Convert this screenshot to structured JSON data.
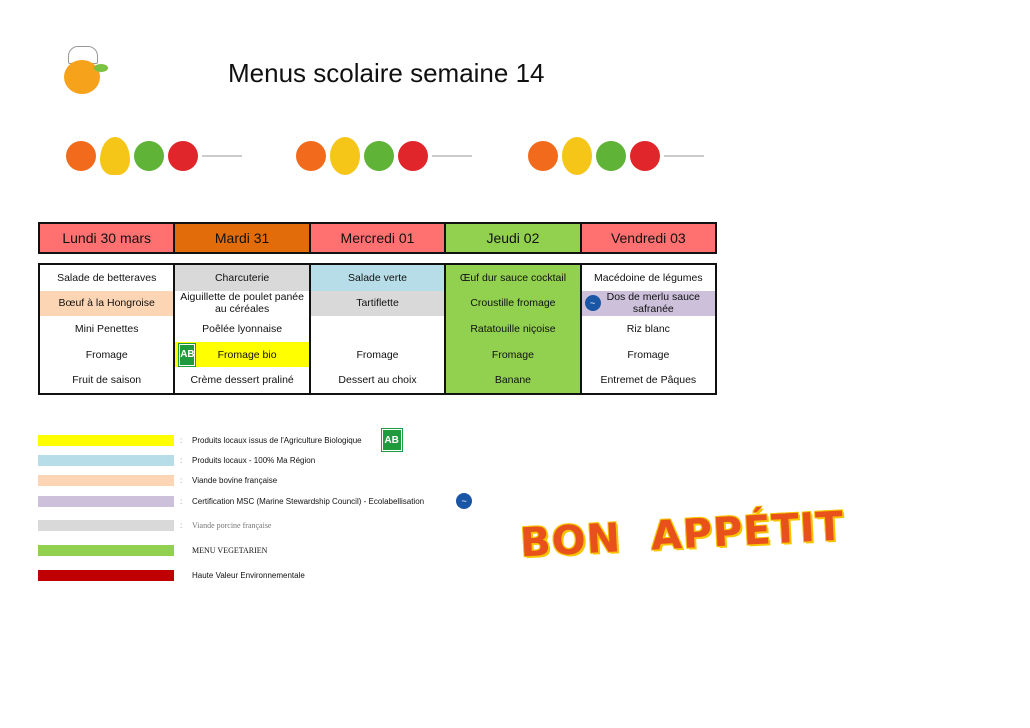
{
  "title": "Menus scolaire semaine 14",
  "days": [
    {
      "label": "Lundi 30 mars",
      "color": "#ff7070"
    },
    {
      "label": "Mardi 31",
      "color": "#e36c0a"
    },
    {
      "label": "Mercredi 01",
      "color": "#ff7070"
    },
    {
      "label": "Jeudi 02",
      "color": "#92d050"
    },
    {
      "label": "Vendredi 03",
      "color": "#ff7070"
    }
  ],
  "menu": [
    [
      {
        "t": "Salade de betteraves",
        "bg": "#ffffff"
      },
      {
        "t": "Bœuf à la Hongroise",
        "bg": "#fcd5b4"
      },
      {
        "t": "Mini Penettes",
        "bg": "#ffffff"
      },
      {
        "t": "Fromage",
        "bg": "#ffffff"
      },
      {
        "t": "Fruit de saison",
        "bg": "#ffffff"
      }
    ],
    [
      {
        "t": "Charcuterie",
        "bg": "#d9d9d9"
      },
      {
        "t": "Aiguillette de poulet panée au céréales",
        "bg": "#ffffff"
      },
      {
        "t": "Poêlée lyonnaise",
        "bg": "#ffffff"
      },
      {
        "t": "Fromage bio",
        "bg": "#ffff00",
        "icon": "ab"
      },
      {
        "t": "Crème dessert praliné",
        "bg": "#ffffff"
      }
    ],
    [
      {
        "t": "Salade verte",
        "bg": "#b7dee8"
      },
      {
        "t": "Tartiflette",
        "bg": "#d9d9d9"
      },
      {
        "t": "",
        "bg": "#ffffff"
      },
      {
        "t": "Fromage",
        "bg": "#ffffff"
      },
      {
        "t": "Dessert au choix",
        "bg": "#ffffff"
      }
    ],
    [
      {
        "t": "Œuf dur sauce cocktail",
        "bg": "#92d050"
      },
      {
        "t": "Croustille fromage",
        "bg": "#92d050"
      },
      {
        "t": "Ratatouille niçoise",
        "bg": "#92d050"
      },
      {
        "t": "Fromage",
        "bg": "#92d050"
      },
      {
        "t": "Banane",
        "bg": "#92d050"
      }
    ],
    [
      {
        "t": "Macédoine de légumes",
        "bg": "#ffffff"
      },
      {
        "t": "Dos de merlu sauce safranée",
        "bg": "#ccc0da",
        "icon": "msc"
      },
      {
        "t": "Riz blanc",
        "bg": "#ffffff"
      },
      {
        "t": "Fromage",
        "bg": "#ffffff"
      },
      {
        "t": "Entremet de Pâques",
        "bg": "#ffffff"
      }
    ]
  ],
  "legend": [
    {
      "color": "#ffff00",
      "label": "Produits locaux issus de l'Agriculture Biologique",
      "colon": ":",
      "icon": "ab"
    },
    {
      "color": "#b7dee8",
      "label": "Produits locaux - 100% Ma Région",
      "colon": ":"
    },
    {
      "color": "#fcd5b4",
      "label": "Viande bovine française",
      "colon": ":"
    },
    {
      "color": "#ccc0da",
      "label": "Certification MSC (Marine Stewardship Council) - Ecolabellisation",
      "colon": ":",
      "icon": "msc"
    },
    {
      "color": "#d9d9d9",
      "label": "Viande porcine française",
      "colon": ":"
    },
    {
      "color": "#92d050",
      "label": "MENU VEGETARIEN",
      "colon": ""
    },
    {
      "color": "#c00000",
      "label": "Haute Valeur Environnementale",
      "colon": ""
    }
  ],
  "ab_logo": "AB",
  "msc_logo": "MSC",
  "bon_appetit": "BON  APPÉTIT"
}
